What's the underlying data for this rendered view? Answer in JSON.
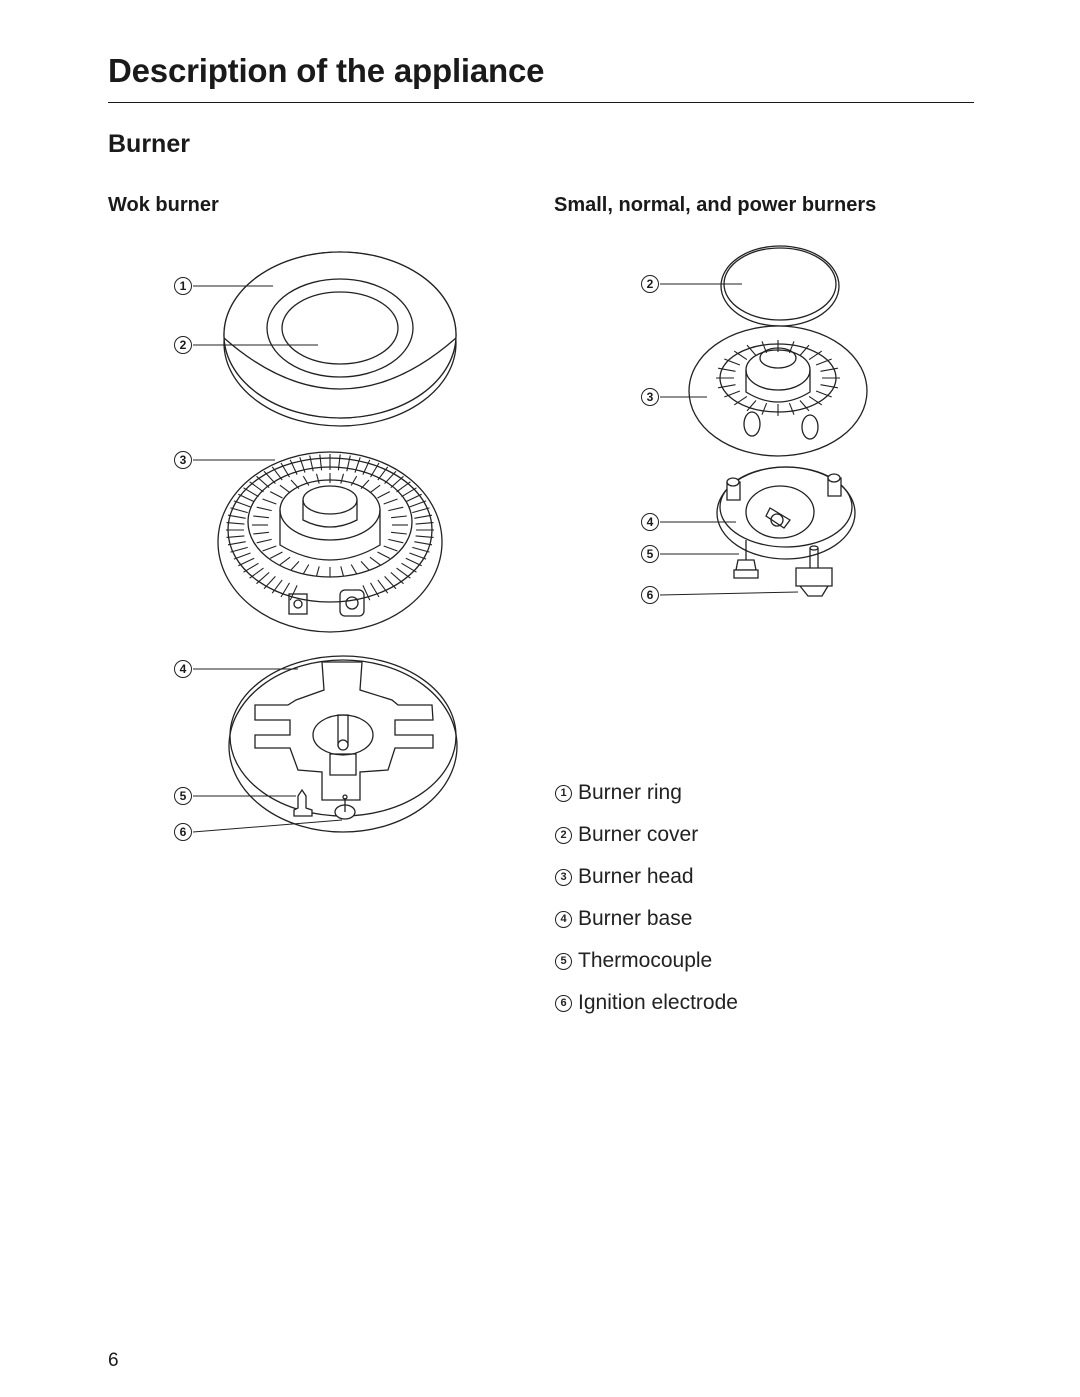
{
  "page": {
    "title": "Description of the appliance",
    "section_heading": "Burner",
    "page_number": "6"
  },
  "diagrams": {
    "wok": {
      "heading": "Wok burner",
      "callouts": [
        "1",
        "2",
        "3",
        "4",
        "5",
        "6"
      ]
    },
    "standard": {
      "heading": "Small, normal, and power burners",
      "callouts": [
        "2",
        "3",
        "4",
        "5",
        "6"
      ]
    }
  },
  "legend": [
    {
      "num": "1",
      "label": "Burner ring"
    },
    {
      "num": "2",
      "label": "Burner cover"
    },
    {
      "num": "3",
      "label": "Burner head"
    },
    {
      "num": "4",
      "label": "Burner base"
    },
    {
      "num": "5",
      "label": "Thermocouple"
    },
    {
      "num": "6",
      "label": "Ignition electrode"
    }
  ]
}
